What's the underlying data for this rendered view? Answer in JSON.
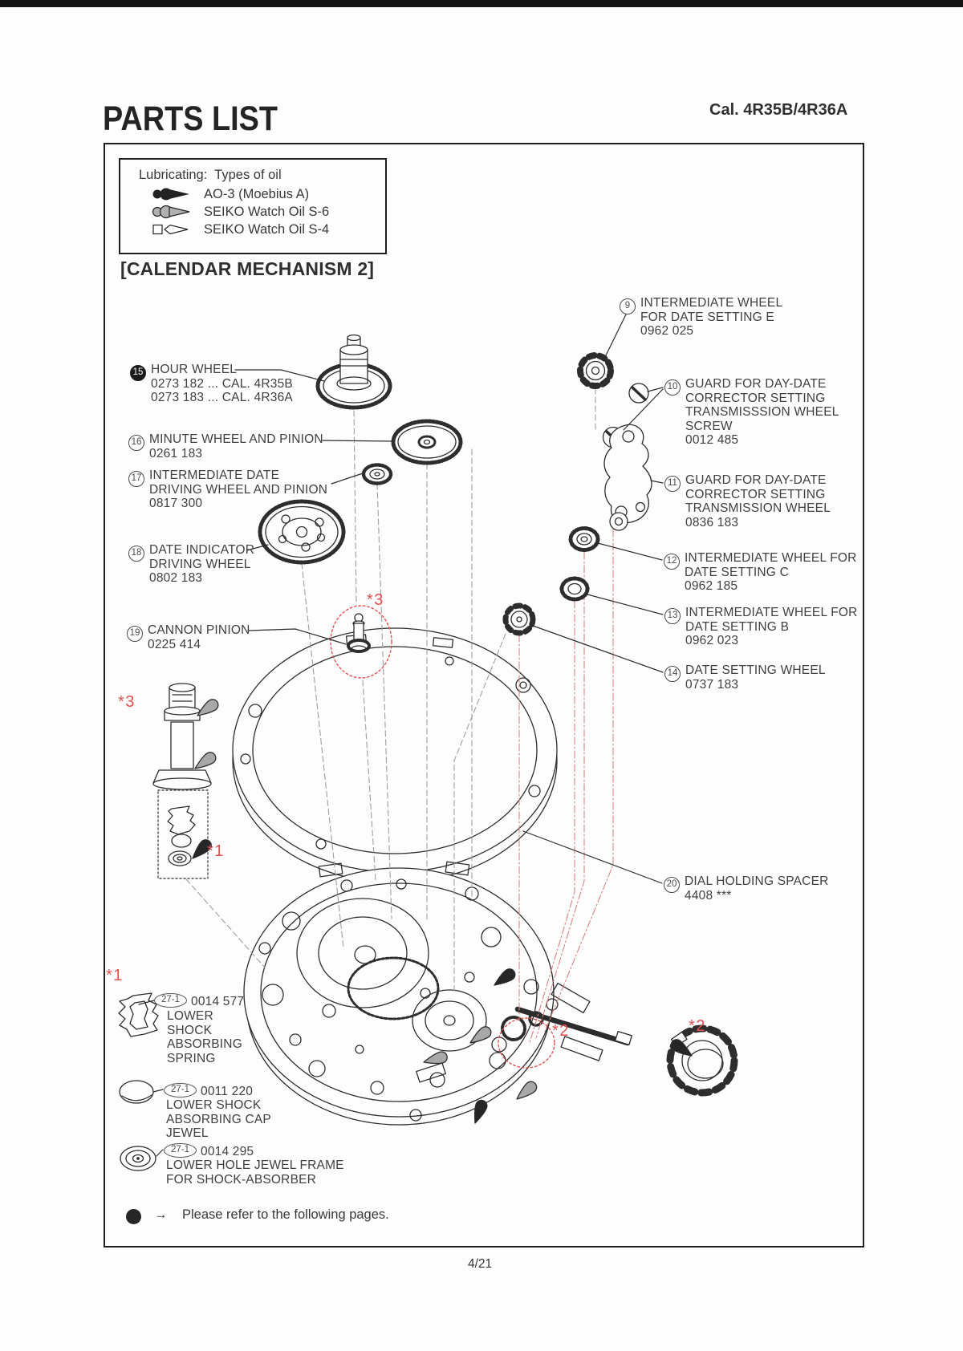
{
  "page": {
    "title": "PARTS LIST",
    "caliber": "Cal. 4R35B/4R36A",
    "section": "[CALENDAR MECHANISM 2]"
  },
  "legend": {
    "title": "Lubricating:  Types of oil",
    "items": [
      {
        "icon": "oil-drop-black-icon",
        "label": "AO-3 (Moebius A)"
      },
      {
        "icon": "oil-drop-gray-icon",
        "label": "SEIKO Watch Oil S-6"
      },
      {
        "icon": "oil-drop-outline-icon",
        "label": "SEIKO Watch Oil S-4"
      }
    ]
  },
  "parts": [
    {
      "num": "15",
      "lines": [
        "HOUR WHEEL",
        "0273 182 ... CAL. 4R35B",
        "0273 183 ... CAL. 4R36A"
      ]
    },
    {
      "num": "16",
      "lines": [
        "MINUTE WHEEL AND PINION",
        "0261 183"
      ]
    },
    {
      "num": "17",
      "lines": [
        "INTERMEDIATE DATE",
        "DRIVING WHEEL AND PINION",
        "0817 300"
      ]
    },
    {
      "num": "18",
      "lines": [
        "DATE INDICATOR",
        "DRIVING WHEEL",
        "0802 183"
      ]
    },
    {
      "num": "19",
      "lines": [
        "CANNON PINION",
        "0225 414"
      ]
    },
    {
      "num": "9",
      "lines": [
        "INTERMEDIATE WHEEL",
        "FOR DATE SETTING E",
        "0962 025"
      ]
    },
    {
      "num": "10",
      "lines": [
        "GUARD FOR DAY-DATE",
        "CORRECTOR SETTING",
        "TRANSMISSSION WHEEL",
        "SCREW",
        "0012 485"
      ]
    },
    {
      "num": "11",
      "lines": [
        "GUARD FOR DAY-DATE",
        "CORRECTOR SETTING",
        "TRANSMISSION WHEEL",
        "0836 183"
      ]
    },
    {
      "num": "12",
      "lines": [
        "INTERMEDIATE WHEEL FOR",
        "DATE SETTING C",
        "0962 185"
      ]
    },
    {
      "num": "13",
      "lines": [
        "INTERMEDIATE WHEEL FOR",
        "DATE SETTING B",
        "0962 023"
      ]
    },
    {
      "num": "14",
      "lines": [
        "DATE SETTING WHEEL",
        "0737 183"
      ]
    },
    {
      "num": "20",
      "lines": [
        "DIAL HOLDING SPACER",
        "4408 ***"
      ]
    }
  ],
  "sub_parts": [
    {
      "ref": "27-1",
      "code": "0014 577",
      "lines": [
        "LOWER",
        "SHOCK",
        "ABSORBING",
        "SPRING"
      ]
    },
    {
      "ref": "27-1",
      "code": "0011 220",
      "lines": [
        "LOWER SHOCK",
        "ABSORBING CAP",
        "JEWEL"
      ]
    },
    {
      "ref": "27-1",
      "code": "0014 295",
      "lines": [
        "LOWER HOLE JEWEL FRAME",
        "FOR SHOCK-ABSORBER"
      ]
    }
  ],
  "markers": {
    "star1": "*1",
    "star2": "*2",
    "star3": "*3"
  },
  "footer": {
    "arrow": "→",
    "note": "Please refer to the following pages.",
    "page": "4/21"
  },
  "colors": {
    "accent_red": "#e25050",
    "ink": "#2d2d2d",
    "text": "#3f3f3f"
  }
}
